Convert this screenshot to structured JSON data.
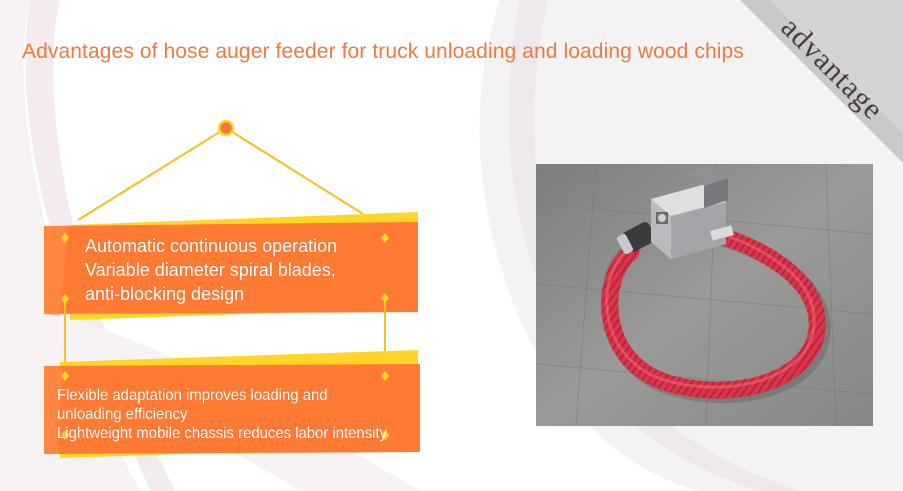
{
  "header": {
    "title": "Advantages of hose auger feeder for truck unloading and loading wood chips"
  },
  "corner_badge": {
    "label": "advantage"
  },
  "banners": {
    "first": {
      "line1": "Automatic continuous operation",
      "line2": "Variable diameter spiral blades,",
      "line3": "anti-blocking design"
    },
    "second": {
      "line1": "Flexible adaptation improves loading and",
      "line2": "unloading efficiency",
      "line3": "Lightweight mobile chassis reduces labor intensity"
    }
  },
  "colors": {
    "title": "#f07a3a",
    "banner_orange": "#ff7a33",
    "banner_shadow": "#ffd52a",
    "string_gold": "#f6c22a",
    "hose_red": "#d9354d",
    "corner_gray": "#d4d4d4"
  }
}
